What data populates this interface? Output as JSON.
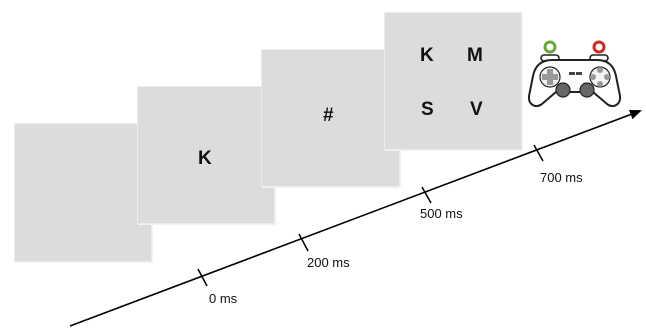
{
  "screens": [
    {
      "id": "blank",
      "label": ""
    },
    {
      "id": "target",
      "label": "K"
    },
    {
      "id": "mask",
      "label": "#"
    },
    {
      "id": "probe",
      "letters": [
        "K",
        "M",
        "S",
        "V"
      ]
    }
  ],
  "timeline": {
    "ticks": [
      "0 ms",
      "200 ms",
      "500 ms",
      "700 ms"
    ]
  },
  "controller": {
    "left_button_color": "#6aa83a",
    "right_button_color": "#cc2a22",
    "icon": "gamepad-icon"
  },
  "colors": {
    "screen_fill": "#dcdcdc",
    "axis": "#000000"
  }
}
